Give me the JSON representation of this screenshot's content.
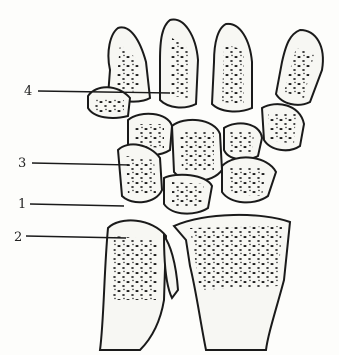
{
  "figure": {
    "labels": [
      {
        "id": "4",
        "text": "4"
      },
      {
        "id": "3",
        "text": "3"
      },
      {
        "id": "1",
        "text": "1"
      },
      {
        "id": "2",
        "text": "2"
      }
    ]
  }
}
